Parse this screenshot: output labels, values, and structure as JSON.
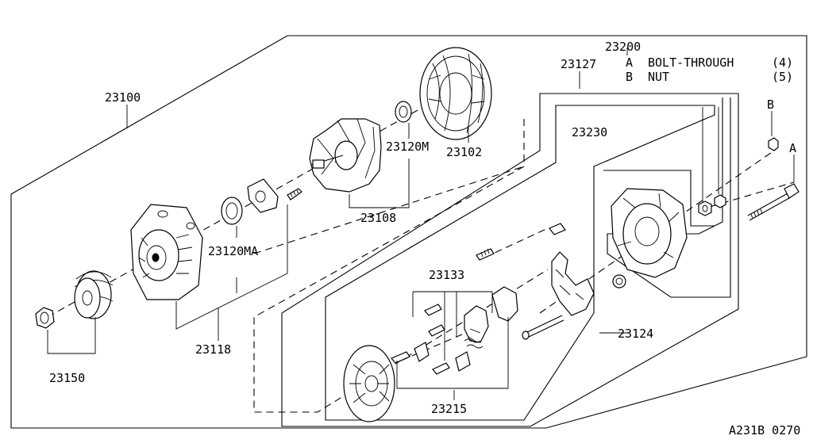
{
  "diagram": {
    "labels": {
      "p23100": "23100",
      "p23102": "23102",
      "p23120m": "23120M",
      "p23108": "23108",
      "p23120ma": "23120MA",
      "p23118": "23118",
      "p23150": "23150",
      "p23200": "23200",
      "p23127": "23127",
      "p23230": "23230",
      "p23133": "23133",
      "p23124": "23124",
      "p23215": "23215"
    },
    "legend": {
      "a_letter": "A",
      "a_text": "BOLT-THROUGH",
      "a_qty": "(4)",
      "b_letter": "B",
      "b_text": "NUT",
      "b_qty": "(5)"
    },
    "callouts": {
      "a": "A",
      "b": "B"
    },
    "figure_code": "A231B 0270"
  }
}
